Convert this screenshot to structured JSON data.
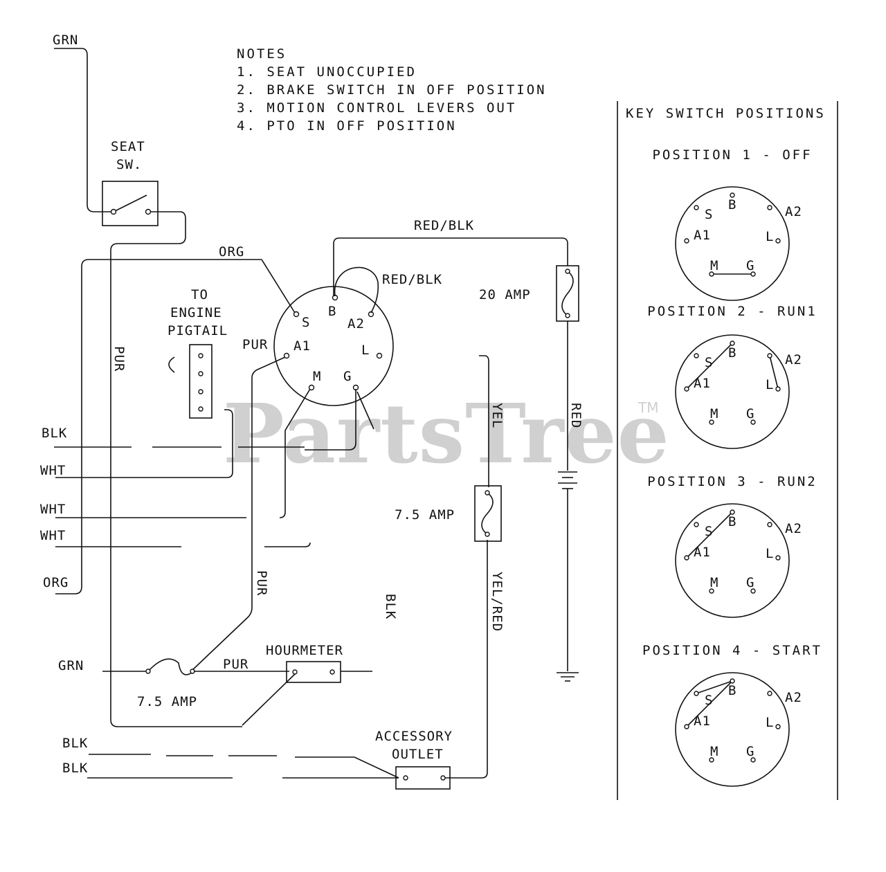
{
  "notes": {
    "title": "NOTES",
    "items": [
      "1.   SEAT UNOCCUPIED",
      "2.  BRAKE SWITCH IN OFF POSITION",
      "3.  MOTION CONTROL LEVERS OUT",
      "4.  PTO IN OFF POSITION"
    ]
  },
  "seat_switch": {
    "line1": "SEAT",
    "line2": "SW."
  },
  "engine_pigtail": {
    "line1": "TO",
    "line2": "ENGINE",
    "line3": "PIGTAIL"
  },
  "key_switch": {
    "terminals": {
      "b": "B",
      "s": "S",
      "a2": "A2",
      "a1": "A1",
      "l": "L",
      "m": "M",
      "g": "G"
    }
  },
  "wires": {
    "grn_top": "GRN",
    "org_top": "ORG",
    "pur_vertical": "PUR",
    "pur_a1": "PUR",
    "red_blk_top": "RED/BLK",
    "red_blk_loop": "RED/BLK",
    "red": "RED",
    "yel": "YEL",
    "yel_red": "YEL/RED",
    "blk_mid": "BLK",
    "pur_lower": "PUR",
    "pur_hourmeter": "PUR",
    "blk": "BLK",
    "wht1": "WHT",
    "wht2": "WHT",
    "wht3": "WHT",
    "org": "ORG",
    "grn": "GRN",
    "blk_a": "BLK",
    "blk_b": "BLK"
  },
  "fuses": {
    "amp20": "20 AMP",
    "amp75_mid": "7.5 AMP",
    "amp75_low": "7.5 AMP"
  },
  "hourmeter": "HOURMETER",
  "accessory_outlet": {
    "line1": "ACCESSORY",
    "line2": "OUTLET"
  },
  "positions_panel": {
    "title": "KEY SWITCH POSITIONS",
    "positions": [
      {
        "label": "POSITION 1 - OFF",
        "connections": [
          "M-G"
        ]
      },
      {
        "label": "POSITION 2 - RUN1",
        "connections": [
          "B-A1",
          "A2-L"
        ]
      },
      {
        "label": "POSITION 3 - RUN2",
        "connections": [
          "B-A1"
        ]
      },
      {
        "label": "POSITION 4 - START",
        "connections": [
          "B-A1",
          "S-B"
        ]
      }
    ]
  },
  "watermark": {
    "text": "PartsTree",
    "tm": "TM"
  }
}
